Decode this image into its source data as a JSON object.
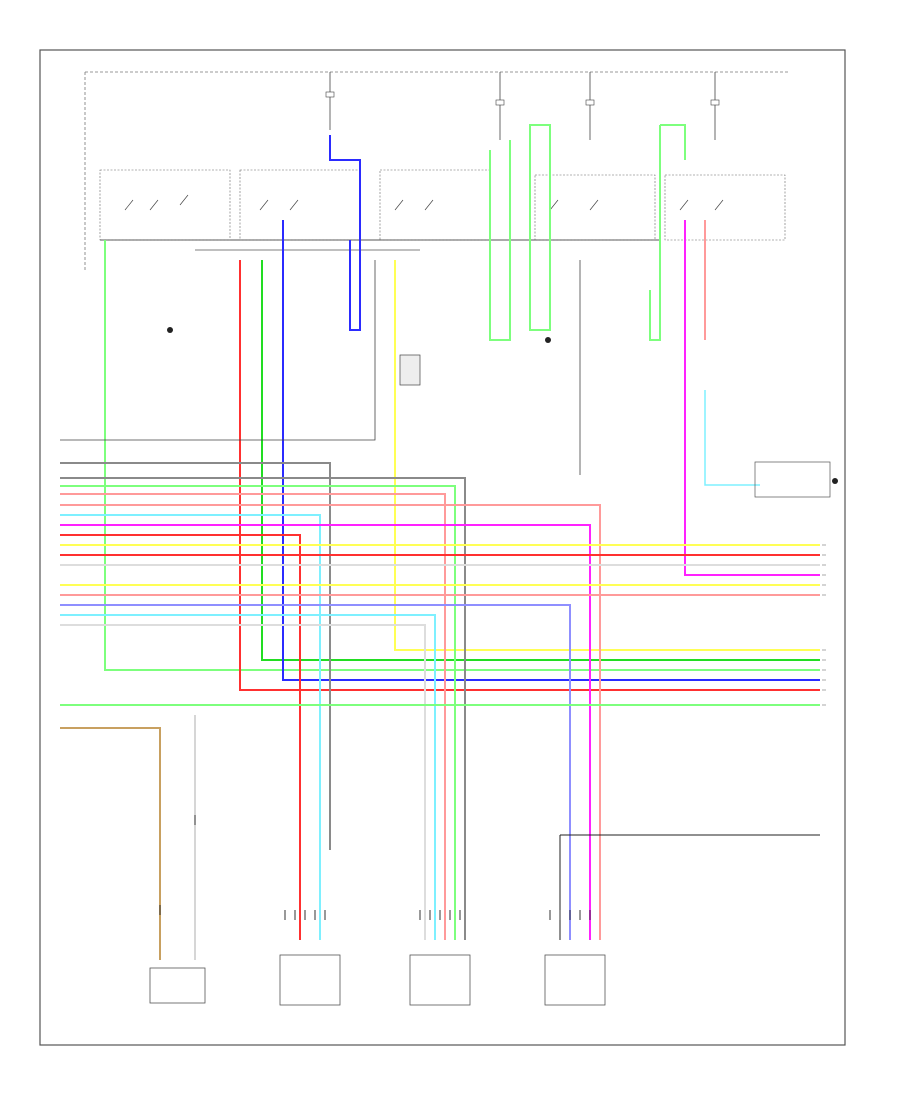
{
  "diagram": {
    "title": "",
    "footer_code": "",
    "wire_colors": {
      "black": "#222222",
      "gray": "#8a8a8a",
      "light_green": "#7dff7d",
      "green": "#22dd22",
      "blue": "#2b2bff",
      "violet": "#8f8fff",
      "red": "#ff3030",
      "pink": "#ff9a9a",
      "yellow": "#ffff55",
      "tan": "#c8a060",
      "light_blue": "#7ef0ff",
      "magenta": "#ff22ff",
      "white": "#dddddd"
    },
    "components": [
      {
        "id": "rear-left-door-mirror-motor"
      },
      {
        "id": "passenger-door-mirror-motor"
      },
      {
        "id": "front-passenger-door-lock-motor"
      },
      {
        "id": "rear-right-door-lock-motor"
      },
      {
        "id": "ac-compressor-clutch"
      },
      {
        "id": "ac-compressor-relay"
      }
    ],
    "grounds": [
      {
        "id": "g1"
      },
      {
        "id": "g2"
      },
      {
        "id": "g3"
      }
    ]
  }
}
